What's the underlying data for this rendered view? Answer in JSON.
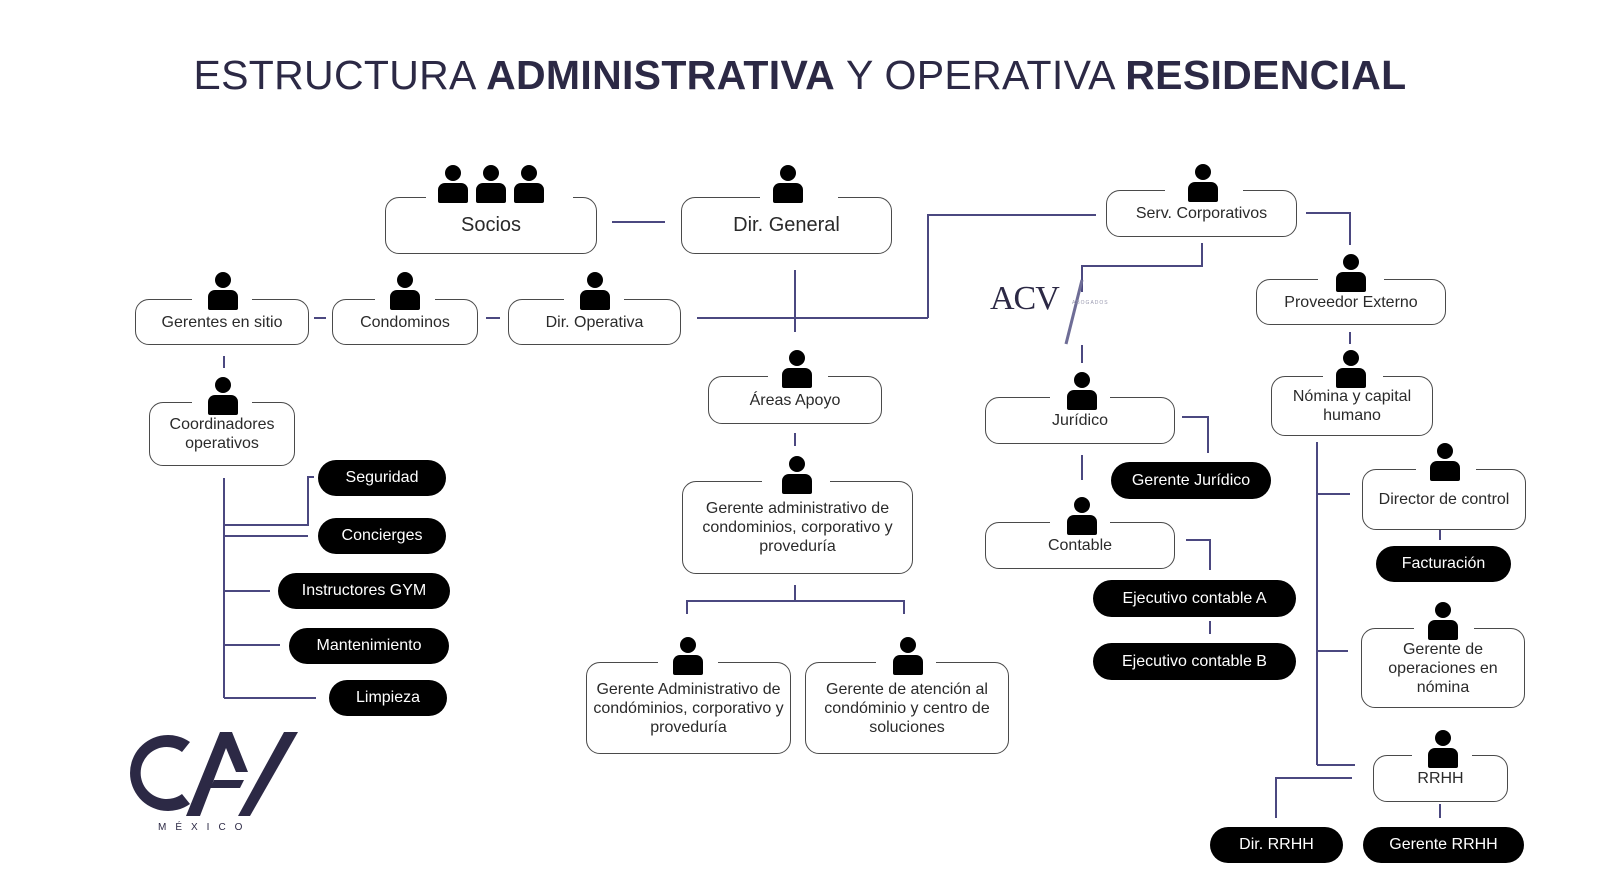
{
  "title": {
    "part1": "ESTRUCTURA ",
    "part2": "ADMINISTRATIVA",
    "part3": " Y OPERATIVA ",
    "part4": "RESIDENCIAL"
  },
  "colors": {
    "line": "#4b4880",
    "brand": "#2c2945",
    "pill": "#000000"
  },
  "nodes": {
    "socios": "Socios",
    "dir_general": "Dir. General",
    "serv_corporativos": "Serv. Corporativos",
    "gerentes_sitio": "Gerentes en sitio",
    "condominos": "Condominos",
    "dir_operativa": "Dir. Operativa",
    "proveedor_externo": "Proveedor Externo",
    "coordinadores": "Coordinadores operativos",
    "areas_apoyo": "Áreas Apoyo",
    "juridico": "Jurídico",
    "nomina": "Nómina y capital humano",
    "gerente_admin": "Gerente administrativo de condominios, corporativo y proveduría",
    "contable": "Contable",
    "director_control": "Director de control",
    "gerente_admin_2": "Gerente Administrativo de condóminios, corporativo y proveduría",
    "gerente_atencion": "Gerente de atención al condóminio y centro de soluciones",
    "gerente_operaciones": "Gerente de operaciones en nómina",
    "rrhh": "RRHH"
  },
  "pills": {
    "seguridad": "Seguridad",
    "concierges": "Concierges",
    "instructores": "Instructores GYM",
    "mantenimiento": "Mantenimiento",
    "limpieza": "Limpieza",
    "gerente_juridico": "Gerente Jurídico",
    "ejecutivo_a": "Ejecutivo contable A",
    "ejecutivo_b": "Ejecutivo contable B",
    "facturacion": "Facturación",
    "dir_rrhh": "Dir. RRHH",
    "gerente_rrhh": "Gerente RRHH"
  },
  "logos": {
    "cav": "CAV",
    "cav_sub": "MÉXICO",
    "acv": "ACV",
    "acv_sub": "ABOGADOS"
  }
}
